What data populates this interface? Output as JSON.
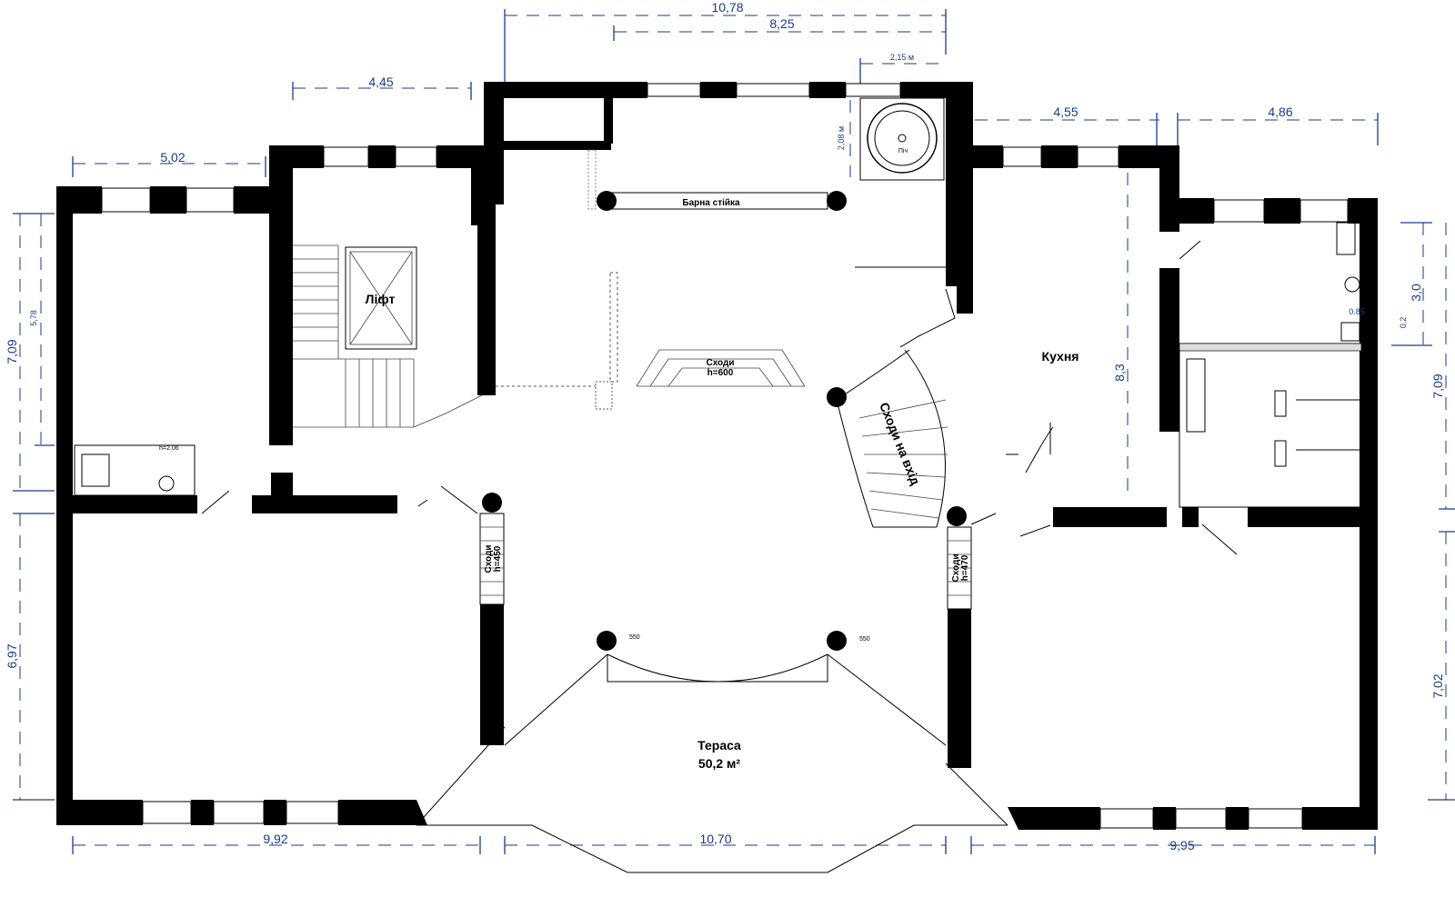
{
  "dimensions": {
    "top_total": "10,78",
    "top_hall": "8,25",
    "oven_width": "2,15 м",
    "oven_depth": "2,08 м",
    "stair_room": "4,45",
    "left_room": "5,02",
    "kitchen_top": "4,55",
    "right_top": "4,86",
    "left_upper": "7,09",
    "left_upper_inner": "5,78",
    "left_lower": "6,97",
    "bottom_left": "9,92",
    "bottom_center": "10,70",
    "bottom_right": "9,95",
    "kitchen_height": "8,3",
    "right_wc": "3,0",
    "right_mid": "7,09",
    "right_lower": "7,02",
    "wc_width": "0.85",
    "wc_gap": "0.2",
    "wc_note": "h=2.06",
    "column_offset_left": "550",
    "column_offset_right": "550"
  },
  "rooms": {
    "lift": "Ліфт",
    "bar": "Барна стійка",
    "oven": "Піч",
    "stairs_center": "Сходи",
    "stairs_center_h": "h=600",
    "stairs_entry": "Сходи на вхід",
    "kitchen": "Кухня",
    "stairs_left": "Сходи",
    "stairs_left_h": "h=450",
    "stairs_right": "Сходи",
    "stairs_right_h": "h=470",
    "terrace": "Тераса",
    "terrace_area": "50,2 м²"
  }
}
